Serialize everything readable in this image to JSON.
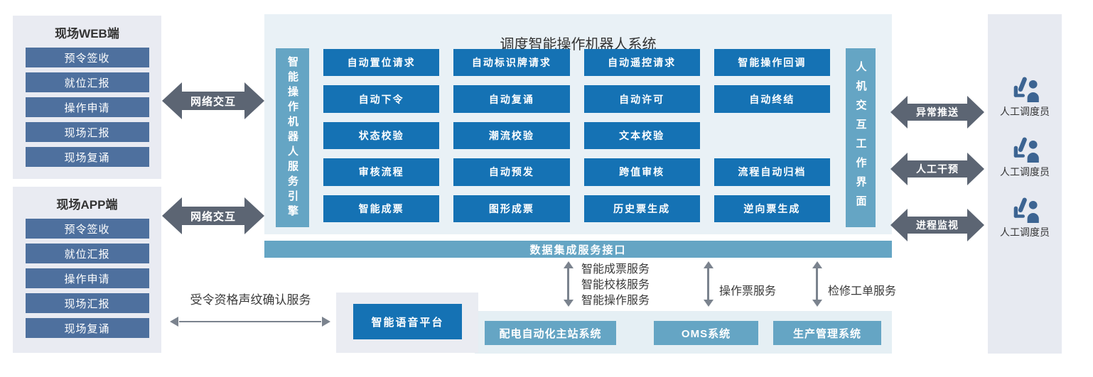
{
  "colors": {
    "button_blue": "#1572b4",
    "bar_teal": "#65a5c4",
    "side_button_blue": "#4e709e",
    "arrow_gray": "#5c6573",
    "thin_arrow_gray": "#7b838e",
    "panel_gray": "#e9ebf2",
    "main_panel_bg": "#e9f1f6",
    "icon_blue": "#3c6492"
  },
  "left_web_panel": {
    "title": "现场WEB端",
    "items": [
      "预令签收",
      "就位汇报",
      "操作申请",
      "现场汇报",
      "现场复诵"
    ]
  },
  "left_app_panel": {
    "title": "现场APP端",
    "items": [
      "预令签收",
      "就位汇报",
      "操作申请",
      "现场汇报",
      "现场复诵"
    ]
  },
  "network_arrows": [
    "网络交互",
    "网络交互"
  ],
  "main_system": {
    "title": "调度智能操作机器人系统",
    "engine_bar": "智能操作机器人服务引擎",
    "hmi_bar": "人机交互工作界面",
    "grid_cells": [
      "自动置位请求",
      "自动标识牌请求",
      "自动遥控请求",
      "智能操作回调",
      "自动下令",
      "自动复诵",
      "自动许可",
      "自动终结",
      "状态校验",
      "潮流校验",
      "文本校验",
      "",
      "审核流程",
      "自动预发",
      "跨值审核",
      "流程自动归档",
      "智能成票",
      "图形成票",
      "历史票生成",
      "逆向票生成"
    ]
  },
  "data_bar": {
    "label": "数据集成服务接口"
  },
  "service_links": {
    "stack_labels": [
      "智能成票服务",
      "智能校核服务",
      "智能操作服务"
    ],
    "oms_label": "操作票服务",
    "repair_label": "检修工单服务"
  },
  "bottom_systems": {
    "items": [
      "配电自动化主站系统",
      "OMS系统",
      "生产管理系统"
    ]
  },
  "voice": {
    "service_label": "受令资格声纹确认服务",
    "platform": "智能语音平台"
  },
  "right_links": {
    "labels": [
      "异常推送",
      "人工干预",
      "进程监视"
    ]
  },
  "operators": [
    "人工调度员",
    "人工调度员",
    "人工调度员"
  ]
}
